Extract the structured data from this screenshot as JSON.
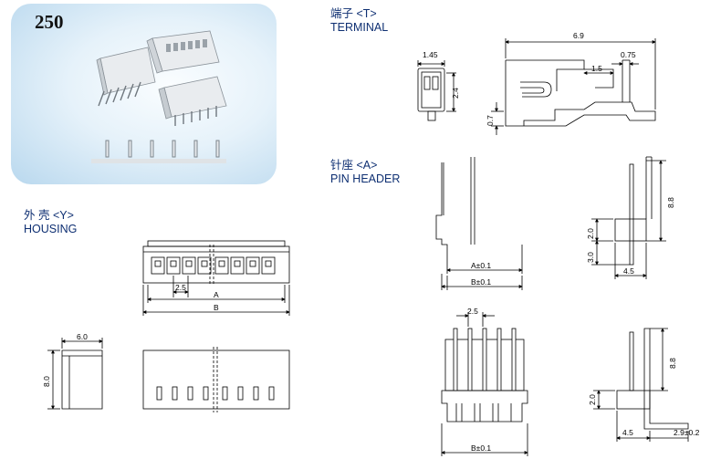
{
  "photo": {
    "label": "250"
  },
  "sections": {
    "terminal": {
      "zh": "端子 <T>",
      "en": "TERMINAL"
    },
    "pin_header": {
      "zh": "针座 <A>",
      "en": "PIN HEADER"
    },
    "housing": {
      "zh": "外 壳 <Y>",
      "en": "HOUSING"
    }
  },
  "dims": {
    "terminal_w": "1.45",
    "terminal_h": "2.4",
    "terminal_len": "6.9",
    "terminal_075": "0.75",
    "terminal_15": "1.5",
    "terminal_07": "0.7",
    "header_88_top": "8.8",
    "header_20_top": "2.0",
    "header_30": "3.0",
    "header_45_top": "4.5",
    "header_a": "A±0.1",
    "header_b_top": "B±0.1",
    "header_25": "2.5",
    "header_b_bot": "B±0.1",
    "header_88_bot": "8.8",
    "header_20_bot": "2.0",
    "header_45_bot": "4.5",
    "header_29": "2.9±0.2",
    "housing_25": "2.5",
    "housing_a": "A",
    "housing_b": "B",
    "housing_60": "6.0",
    "housing_80": "8.0"
  }
}
